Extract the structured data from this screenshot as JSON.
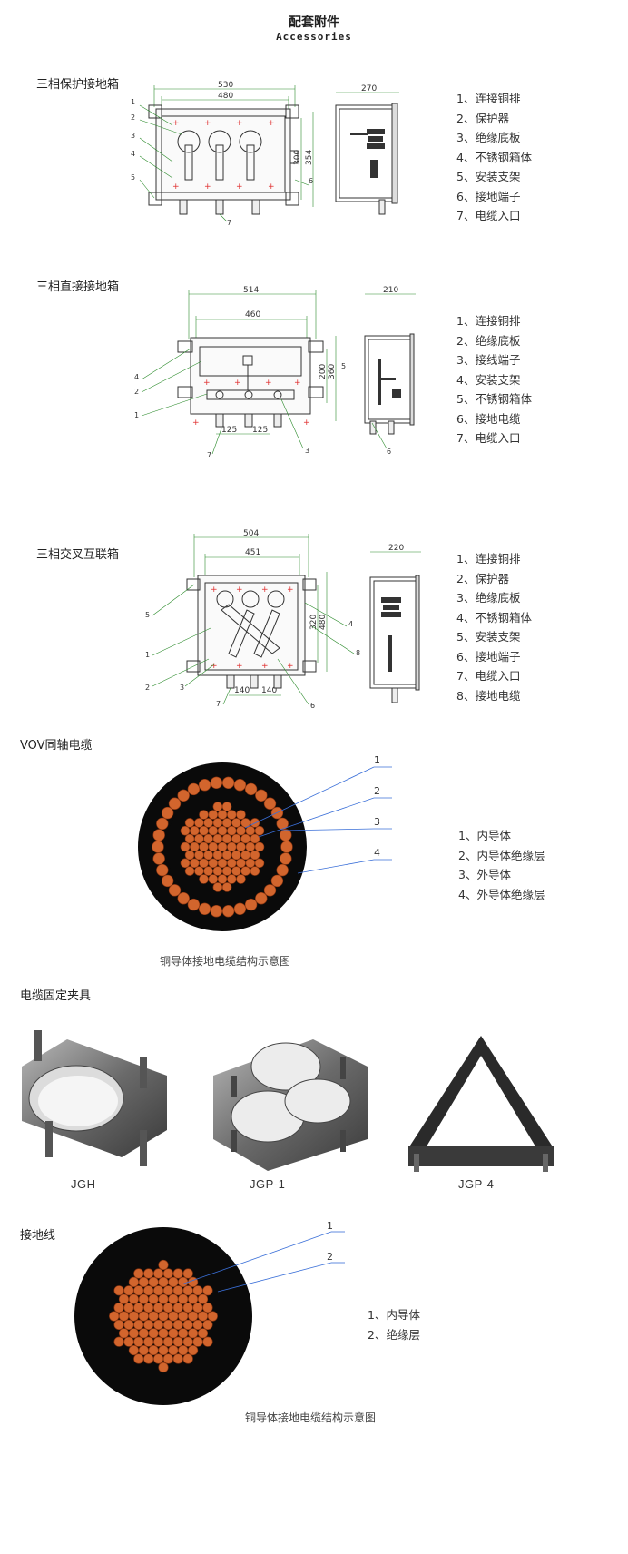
{
  "header": {
    "title_cn": "配套附件",
    "title_en": "Accessories"
  },
  "sections": {
    "box1": {
      "title": "三相保护接地箱",
      "dims": {
        "outer_w": "530",
        "inner_w": "480",
        "side_w": "270",
        "h_inner": "300",
        "h_outer": "354"
      },
      "callouts": [
        "1",
        "2",
        "3",
        "4",
        "5",
        "6",
        "7"
      ],
      "legend": [
        "1、连接铜排",
        "2、保护器",
        "3、绝缘底板",
        "4、不锈钢箱体",
        "5、安装支架",
        "6、接地端子",
        "7、电缆入口"
      ]
    },
    "box2": {
      "title": "三相直接接地箱",
      "dims": {
        "outer_w": "514",
        "inner_w": "460",
        "side_w": "210",
        "h_inner": "200",
        "h_outer": "360",
        "pitch_a": "125",
        "pitch_b": "125"
      },
      "callouts": [
        "1",
        "2",
        "3",
        "4",
        "5",
        "6",
        "7"
      ],
      "legend": [
        "1、连接铜排",
        "2、绝缘底板",
        "3、接线端子",
        "4、安装支架",
        "5、不锈钢箱体",
        "6、接地电缆",
        "7、电缆入口"
      ]
    },
    "box3": {
      "title": "三相交叉互联箱",
      "dims": {
        "outer_w": "504",
        "inner_w": "451",
        "side_w": "220",
        "h_inner": "320",
        "h_outer": "480",
        "pitch_a": "140",
        "pitch_b": "140"
      },
      "callouts": [
        "1",
        "2",
        "3",
        "4",
        "5",
        "6",
        "7",
        "8"
      ],
      "legend": [
        "1、连接铜排",
        "2、保护器",
        "3、绝缘底板",
        "4、不锈钢箱体",
        "5、安装支架",
        "6、接地端子",
        "7、电缆入口",
        "8、接地电缆"
      ]
    },
    "vov": {
      "title": "VOV同轴电缆",
      "callouts": [
        "1",
        "2",
        "3",
        "4"
      ],
      "legend": [
        "1、内导体",
        "2、内导体绝缘层",
        "3、外导体",
        "4、外导体绝缘层"
      ],
      "caption": "铜导体接地电缆结构示意图"
    },
    "clamps": {
      "title": "电缆固定夹具",
      "items": [
        "JGH",
        "JGP-1",
        "JGP-4"
      ]
    },
    "ground": {
      "title": "接地线",
      "callouts": [
        "1",
        "2"
      ],
      "legend": [
        "1、内导体",
        "2、绝缘层"
      ],
      "caption": "铜导体接地电缆结构示意图"
    }
  },
  "colors": {
    "copper": "#d2652d",
    "copper_dark": "#8a3510",
    "insulation": "#0a0a0a",
    "callout_line": "#3a6fd8",
    "dim_line": "#2a8a2a",
    "red_mark": "#e03030"
  }
}
